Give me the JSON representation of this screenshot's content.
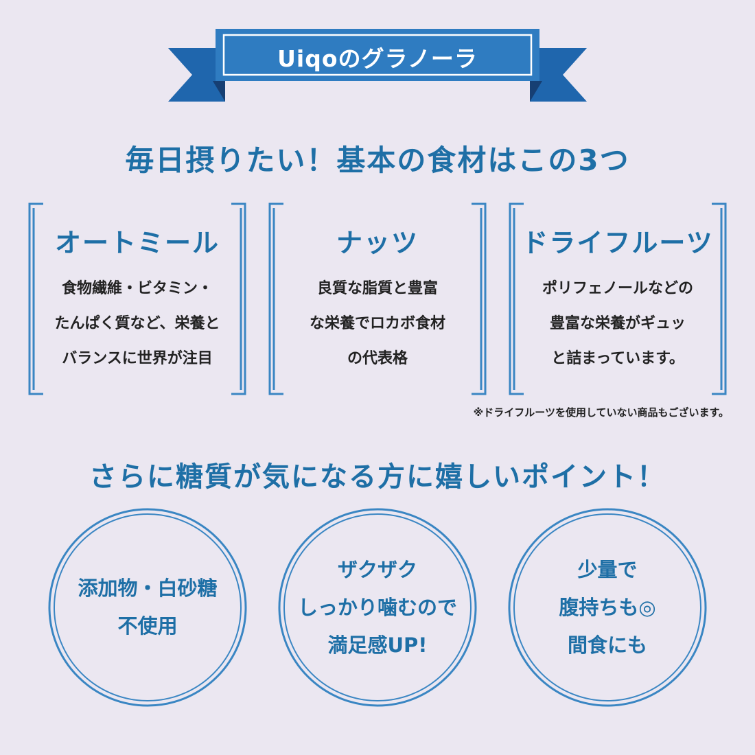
{
  "banner": {
    "title": "Uiqoのグラノーラ",
    "color": "#2f7cc1"
  },
  "heading_ingredients": "毎日摂りたい！基本の食材はこの3つ",
  "ingredients": [
    {
      "title": "オートミール",
      "lines": [
        "食物繊維・ビタミン・",
        "たんぱく質など、栄養と",
        "バランスに世界が注目"
      ]
    },
    {
      "title": "ナッツ",
      "lines": [
        "良質な脂質と豊富",
        "な栄養でロカボ食材",
        "の代表格"
      ]
    },
    {
      "title": "ドライフルーツ",
      "lines": [
        "ポリフェノールなどの",
        "豊富な栄養がギュッ",
        "と詰まっています。"
      ]
    }
  ],
  "note": "※ドライフルーツを使用していない商品もございます。",
  "heading_points": "さらに糖質が気になる方に嬉しいポイント！",
  "points": [
    {
      "lines": [
        "添加物・白砂糖",
        "不使用"
      ]
    },
    {
      "lines": [
        "ザクザク",
        "しっかり噛むので",
        "満足感UP!"
      ]
    },
    {
      "lines": [
        "少量で",
        "腹持ちも◎",
        "間食にも"
      ]
    }
  ],
  "colors": {
    "background": "#ebe7f1",
    "accent": "#1e6fa6",
    "text": "#222222"
  }
}
